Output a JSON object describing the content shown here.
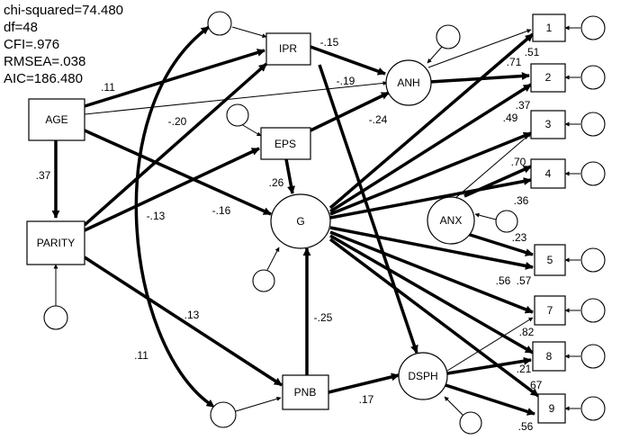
{
  "stats": [
    "chi-squared=74.480",
    "df=48",
    "CFI=.976",
    "RMSEA=.038",
    "AIC=186.480"
  ],
  "nodes": {
    "age": "AGE",
    "parity": "PARITY",
    "ipr": "IPR",
    "eps": "EPS",
    "pnb": "PNB",
    "g": "G",
    "anh": "ANH",
    "anx": "ANX",
    "dsph": "DSPH",
    "i1": "1",
    "i2": "2",
    "i3": "3",
    "i4": "4",
    "i5": "5",
    "i7": "7",
    "i8": "8",
    "i9": "9"
  },
  "coefficients": {
    "age_ipr": ".11",
    "age_parity": ".37",
    "age_g": "-.16",
    "parity_ipr": "-.20",
    "parity_eps": "-.13",
    "parity_pnb": ".13",
    "ipr_anh": "-.15",
    "age_anh": "-.19",
    "eps_anh": "-.24",
    "eps_g": ".26",
    "pnb_g": "-.25",
    "pnb_dsph": ".17",
    "curve_corr": ".11",
    "l1_anh": ".51",
    "l2_anh": ".71",
    "l2_g": ".37",
    "l3_g": ".49",
    "l4_g": ".70",
    "l4_anx": ".36",
    "l5_anx": ".23",
    "l5_g": ".57",
    "l7_g": ".56",
    "l8_g": ".82",
    "l8_dsph": ".21",
    "l9_g": ".67",
    "l9_dsph": ".56"
  }
}
